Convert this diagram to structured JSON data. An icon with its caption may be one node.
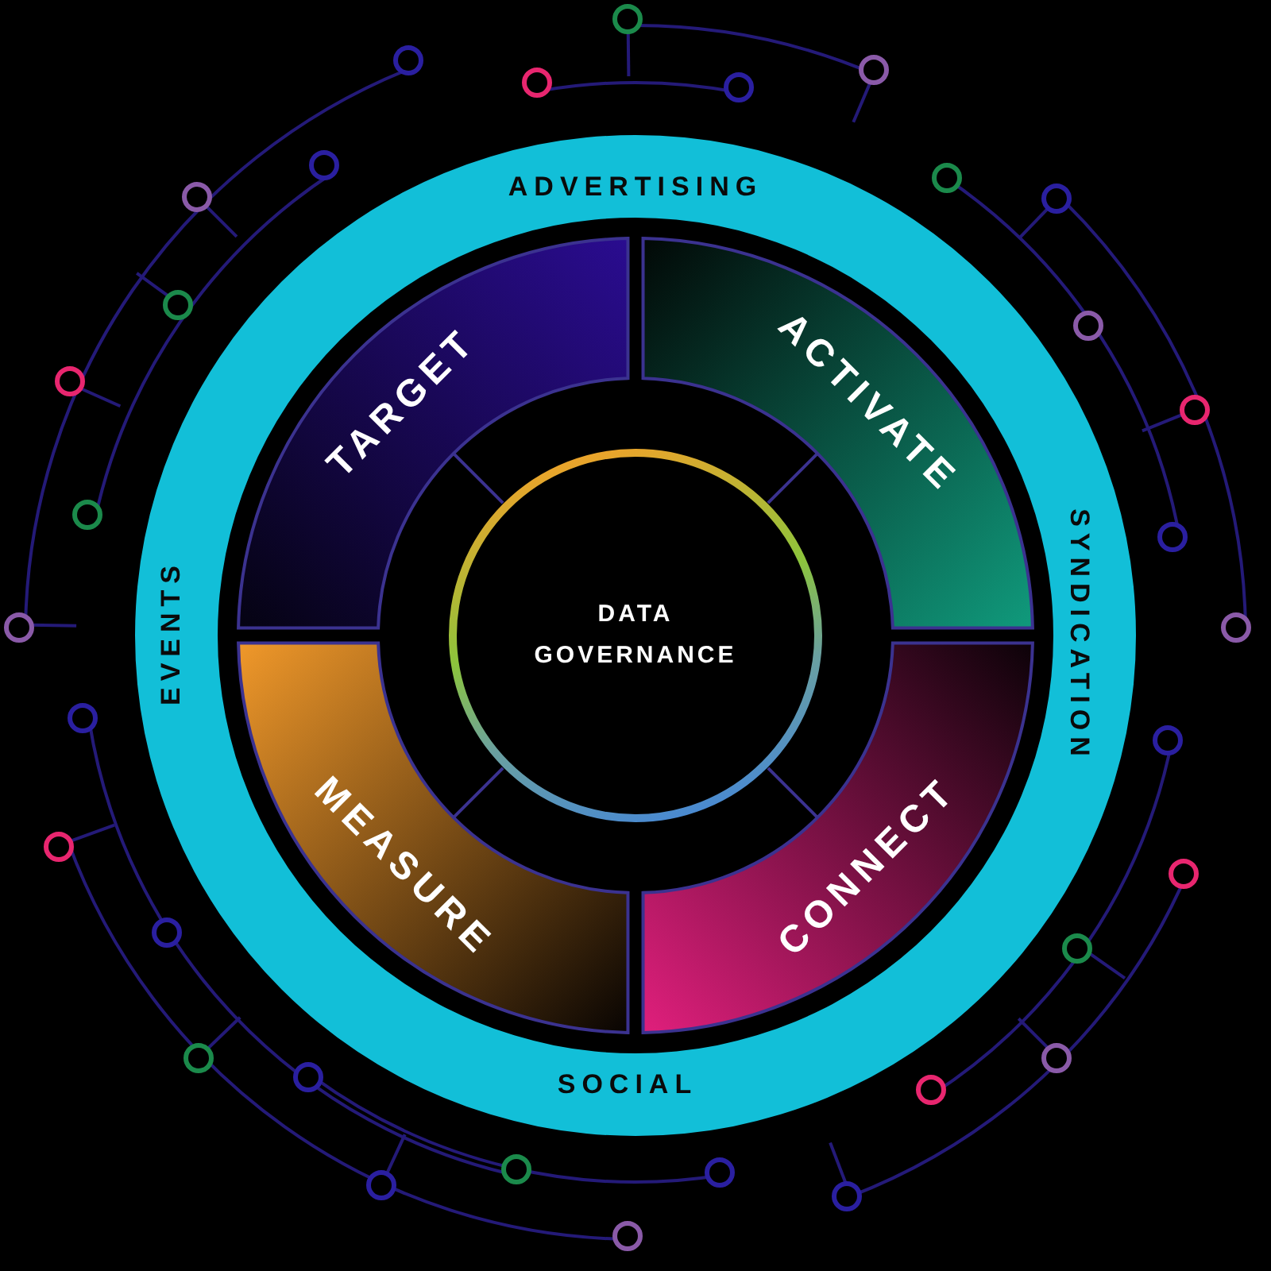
{
  "diagram": {
    "nodes": [
      {
        "text": [
          "ADVERTISING",
          "SYNDICATION",
          "SOCIAL",
          "EVENTS"
        ]
      },
      {
        "text": [
          "TARGET"
        ],
        "in": 0
      },
      {
        "text": [
          "ACTIVATE"
        ],
        "in": 0
      },
      {
        "text": [
          "DATA GOVERNANCE"
        ],
        "in": 0
      },
      {
        "text": [
          "MEASURE"
        ],
        "in": 0
      },
      {
        "text": [
          "CONNECT"
        ],
        "in": 0
      }
    ],
    "edges": [
      {
        "from": 3,
        "to": 1,
        "arrow": "none"
      },
      {
        "from": 3,
        "to": 2,
        "arrow": "none"
      },
      {
        "from": 3,
        "to": 4,
        "arrow": "none"
      },
      {
        "from": 3,
        "to": 5,
        "arrow": "none"
      }
    ]
  }
}
